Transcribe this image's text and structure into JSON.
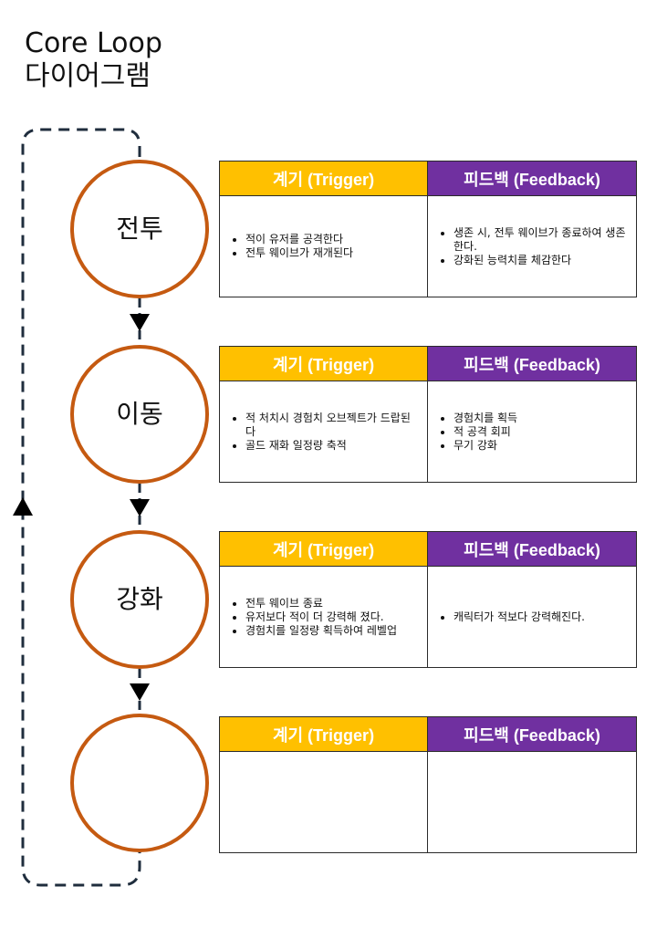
{
  "title": {
    "line1": "Core Loop",
    "line2": "다이어그램"
  },
  "colors": {
    "trigger_header": "#ffc000",
    "feedback_header": "#7030a0",
    "circle_stroke": "#c55a11",
    "loop_line": "#1f2d3d"
  },
  "headers": {
    "trigger": "계기 (Trigger)",
    "feedback": "피드백 (Feedback)"
  },
  "stages": [
    {
      "label": "전투",
      "trigger": [
        "적이 유저를 공격한다",
        "전투 웨이브가 재개된다"
      ],
      "feedback": [
        "생존 시, 전투 웨이브가 종료하여 생존한다.",
        "강화된 능력치를 체감한다"
      ]
    },
    {
      "label": "이동",
      "trigger": [
        "적 처치시 경험치 오브젝트가 드랍된다",
        "골드 재화 일정량 축적"
      ],
      "feedback": [
        "경험치를 획득",
        "적 공격 회피",
        "무기 강화"
      ]
    },
    {
      "label": "강화",
      "trigger": [
        "전투 웨이브 종료",
        "유저보다 적이 더 강력해 졌다.",
        "경험치를 일정량 획득하여 레벨업"
      ],
      "feedback": [
        "캐릭터가 적보다 강력해진다."
      ]
    },
    {
      "label": "",
      "trigger": [],
      "feedback": []
    }
  ]
}
